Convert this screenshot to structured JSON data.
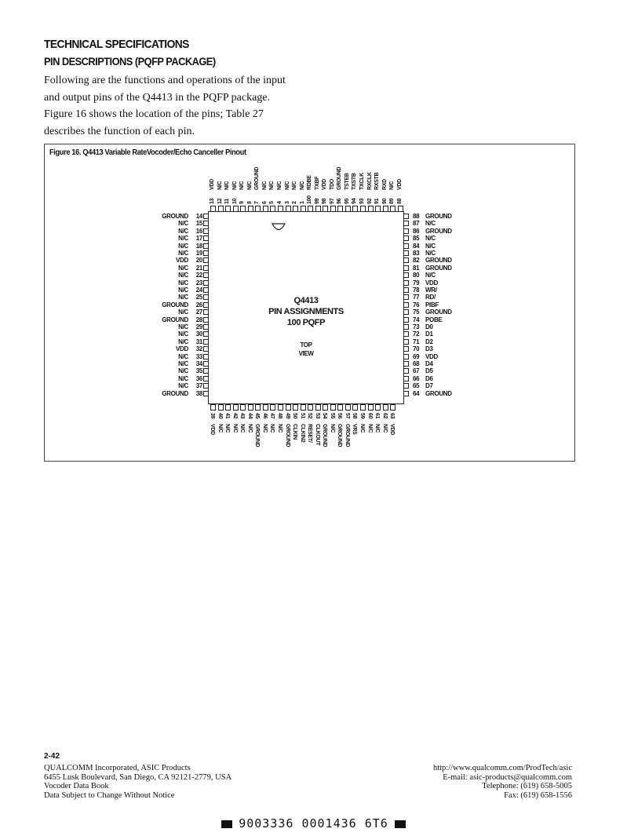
{
  "header": {
    "title": "TECHNICAL SPECIFICATIONS",
    "subtitle": "PIN DESCRIPTIONS (PQFP PACKAGE)"
  },
  "intro": {
    "lines": [
      "Following are the functions and operations of the input",
      "and output pins of the Q4413 in the PQFP package.",
      "Figure 16 shows the location of the pins; Table 27",
      "describes the function of each pin."
    ]
  },
  "figure": {
    "caption": "Figure 16.  Q4413 Variable RateVocoder/Echo Canceller Pinout",
    "center": {
      "chip": "Q4413",
      "line2": "PIN ASSIGNMENTS",
      "line3": "100 PQFP",
      "top": "TOP",
      "view": "VIEW"
    },
    "top_pins": [
      {
        "num": "13",
        "name": "VDD"
      },
      {
        "num": "12",
        "name": "N/C"
      },
      {
        "num": "11",
        "name": "N/C"
      },
      {
        "num": "10",
        "name": "N/C"
      },
      {
        "num": "9",
        "name": "N/C"
      },
      {
        "num": "8",
        "name": "N/C"
      },
      {
        "num": "7",
        "name": "GROUND"
      },
      {
        "num": "6",
        "name": "N/C"
      },
      {
        "num": "5",
        "name": "N/C"
      },
      {
        "num": "4",
        "name": "N/C"
      },
      {
        "num": "3",
        "name": "N/C"
      },
      {
        "num": "2",
        "name": "N/C"
      },
      {
        "num": "1",
        "name": "N/C"
      },
      {
        "num": "100",
        "name": "RDBE"
      },
      {
        "num": "99",
        "name": "TXBF"
      },
      {
        "num": "98",
        "name": "VDD"
      },
      {
        "num": "97",
        "name": "TDO"
      },
      {
        "num": "96",
        "name": "GROUND"
      },
      {
        "num": "95",
        "name": "TSTEB"
      },
      {
        "num": "94",
        "name": "TXSTB"
      },
      {
        "num": "93",
        "name": "TXCLK"
      },
      {
        "num": "92",
        "name": "RXCLK"
      },
      {
        "num": "91",
        "name": "RXSTB"
      },
      {
        "num": "90",
        "name": "RXD"
      },
      {
        "num": "89",
        "name": "N/C"
      },
      {
        "num": "88",
        "name": "VDD"
      }
    ],
    "left_pins": [
      {
        "num": "14",
        "name": "GROUND"
      },
      {
        "num": "15",
        "name": "N/C"
      },
      {
        "num": "16",
        "name": "N/C"
      },
      {
        "num": "17",
        "name": "N/C"
      },
      {
        "num": "18",
        "name": "N/C"
      },
      {
        "num": "19",
        "name": "N/C"
      },
      {
        "num": "20",
        "name": "VDD"
      },
      {
        "num": "21",
        "name": "N/C"
      },
      {
        "num": "22",
        "name": "N/C"
      },
      {
        "num": "23",
        "name": "N/C"
      },
      {
        "num": "24",
        "name": "N/C"
      },
      {
        "num": "25",
        "name": "N/C"
      },
      {
        "num": "26",
        "name": "GROUND"
      },
      {
        "num": "27",
        "name": "N/C"
      },
      {
        "num": "28",
        "name": "GROUND"
      },
      {
        "num": "29",
        "name": "N/C"
      },
      {
        "num": "30",
        "name": "N/C"
      },
      {
        "num": "31",
        "name": "N/C"
      },
      {
        "num": "32",
        "name": "VDD"
      },
      {
        "num": "33",
        "name": "N/C"
      },
      {
        "num": "34",
        "name": "N/C"
      },
      {
        "num": "35",
        "name": "N/C"
      },
      {
        "num": "36",
        "name": "N/C"
      },
      {
        "num": "37",
        "name": "N/C"
      },
      {
        "num": "38",
        "name": "GROUND"
      }
    ],
    "right_pins": [
      {
        "num": "88",
        "name": "GROUND"
      },
      {
        "num": "87",
        "name": "N/C"
      },
      {
        "num": "86",
        "name": "GROUND"
      },
      {
        "num": "85",
        "name": "N/C"
      },
      {
        "num": "84",
        "name": "N/C"
      },
      {
        "num": "83",
        "name": "N/C"
      },
      {
        "num": "82",
        "name": "GROUND"
      },
      {
        "num": "81",
        "name": "GROUND"
      },
      {
        "num": "80",
        "name": "N/C"
      },
      {
        "num": "79",
        "name": "VDD"
      },
      {
        "num": "78",
        "name": "WR/"
      },
      {
        "num": "77",
        "name": "RD/"
      },
      {
        "num": "76",
        "name": "PIBF"
      },
      {
        "num": "75",
        "name": "GROUND"
      },
      {
        "num": "74",
        "name": "POBE"
      },
      {
        "num": "73",
        "name": "D0"
      },
      {
        "num": "72",
        "name": "D1"
      },
      {
        "num": "71",
        "name": "D2"
      },
      {
        "num": "70",
        "name": "D3"
      },
      {
        "num": "69",
        "name": "VDD"
      },
      {
        "num": "68",
        "name": "D4"
      },
      {
        "num": "67",
        "name": "D5"
      },
      {
        "num": "66",
        "name": "D6"
      },
      {
        "num": "65",
        "name": "D7"
      },
      {
        "num": "64",
        "name": "GROUND"
      }
    ],
    "bottom_pins": [
      {
        "num": "39",
        "name": "VDD"
      },
      {
        "num": "40",
        "name": "N/C"
      },
      {
        "num": "41",
        "name": "N/C"
      },
      {
        "num": "42",
        "name": "N/C"
      },
      {
        "num": "43",
        "name": "N/C"
      },
      {
        "num": "44",
        "name": "N/C"
      },
      {
        "num": "45",
        "name": "GROUND"
      },
      {
        "num": "46",
        "name": "N/C"
      },
      {
        "num": "47",
        "name": "N/C"
      },
      {
        "num": "48",
        "name": "N/C"
      },
      {
        "num": "49",
        "name": "GROUND"
      },
      {
        "num": "50",
        "name": "CLKIN"
      },
      {
        "num": "51",
        "name": "CLKIN2"
      },
      {
        "num": "52",
        "name": "RESET/"
      },
      {
        "num": "53",
        "name": "CLKOUT"
      },
      {
        "num": "54",
        "name": "GROUND"
      },
      {
        "num": "55",
        "name": "N/C"
      },
      {
        "num": "56",
        "name": "GROUND"
      },
      {
        "num": "57",
        "name": "GROUND"
      },
      {
        "num": "58",
        "name": "VRS"
      },
      {
        "num": "59",
        "name": "N/C"
      },
      {
        "num": "60",
        "name": "N/C"
      },
      {
        "num": "61",
        "name": "N/C"
      },
      {
        "num": "62",
        "name": "N/C"
      },
      {
        "num": "63",
        "name": "VDD"
      }
    ]
  },
  "footer": {
    "page": "2-42",
    "left": [
      "QUALCOMM Incorporated, ASIC Products",
      "6455 Lusk Boulevard, San Diego, CA  92121-2779, USA",
      "Vocoder Data Book",
      "Data Subject to Change Without Notice"
    ],
    "right": [
      "http://www.qualcomm.com/ProdTech/asic",
      "E-mail:  asic-products@qualcomm.com",
      "Telephone:  (619) 658-5005",
      "Fax:  (619) 658-1556"
    ],
    "barcode": "9003336 0001436 6T6"
  }
}
